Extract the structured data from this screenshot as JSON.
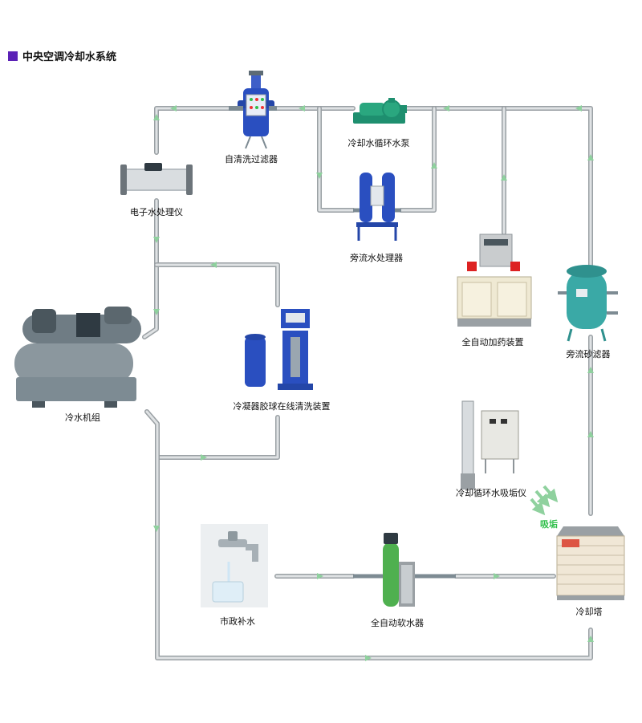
{
  "title": "中央空调冷却水系统",
  "colors": {
    "accent": "#5b21b6",
    "pipe": "#c9cdd0",
    "pipe_edge": "#9aa0a4",
    "flow": "#8fd19e",
    "equipment_blue": "#2a4fc0",
    "equipment_teal": "#3aa9a6",
    "equipment_grey": "#7d8b93"
  },
  "equipment": {
    "chiller": "冷水机组",
    "electronic_treater": "电子水处理仪",
    "self_clean_filter": "自清洗过滤器",
    "circulation_pump": "冷却水循环水泵",
    "bypass_treater": "旁流水处理器",
    "auto_dosing": "全自动加药装置",
    "sand_filter": "旁流砂滤器",
    "ball_cleaning": "冷凝器胶球在线清洗装置",
    "descaler": "冷却循环水吸垢仪",
    "cooling_tower": "冷却塔",
    "municipal_water": "市政补水",
    "water_softener": "全自动软水器"
  },
  "annotations": {
    "scale_absorption": "吸垢"
  }
}
